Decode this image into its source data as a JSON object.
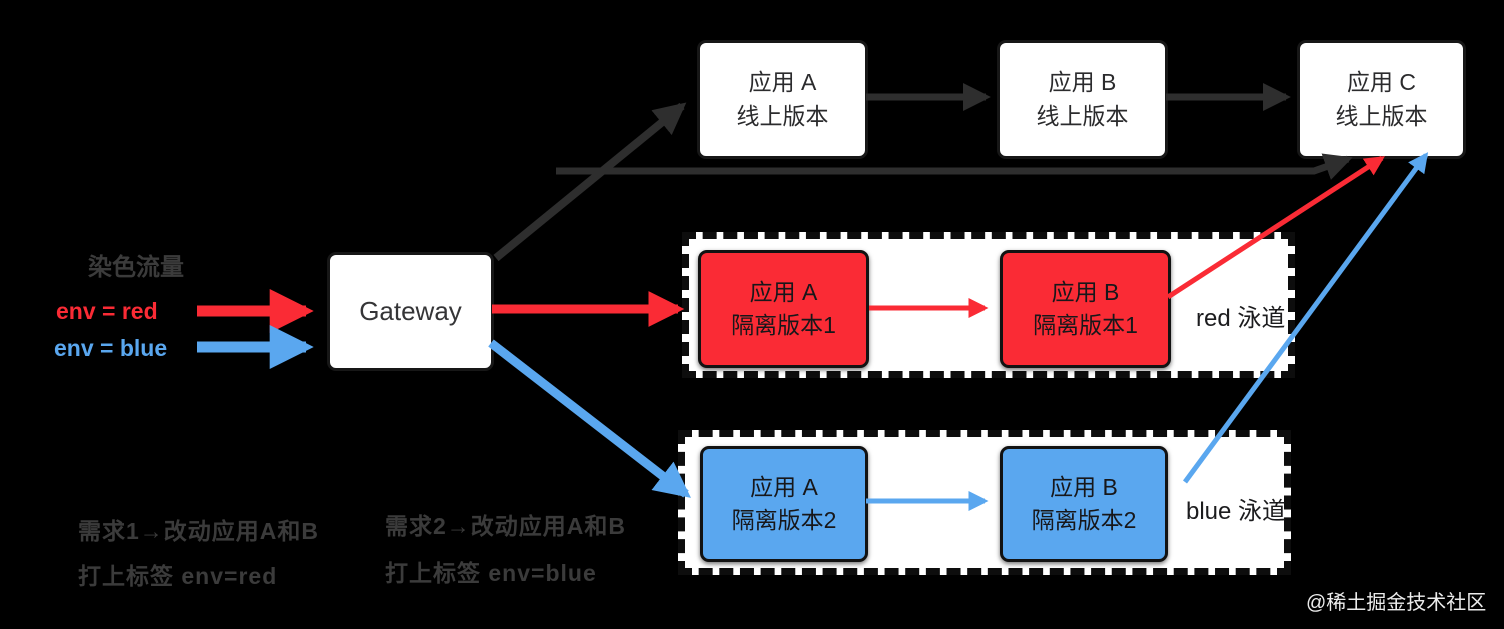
{
  "colors": {
    "background": "#000000",
    "red": "#fa2b35",
    "blue": "#5aa7ef",
    "dark_arrow": "#2e2e2e",
    "muted_text": "#3b3b3b",
    "box_text": "#17171a",
    "lane_bg": "#ffffff"
  },
  "gateway": {
    "label": "Gateway"
  },
  "online": {
    "app_a": {
      "line1": "应用 A",
      "line2": "线上版本"
    },
    "app_b": {
      "line1": "应用 B",
      "line2": "线上版本"
    },
    "app_c": {
      "line1": "应用 C",
      "line2": "线上版本"
    }
  },
  "red_lane": {
    "label": "red 泳道",
    "app_a": {
      "line1": "应用 A",
      "line2": "隔离版本1"
    },
    "app_b": {
      "line1": "应用 B",
      "line2": "隔离版本1"
    }
  },
  "blue_lane": {
    "label": "blue 泳道",
    "app_a": {
      "line1": "应用 A",
      "line2": "隔离版本2"
    },
    "app_b": {
      "line1": "应用 B",
      "line2": "隔离版本2"
    }
  },
  "tags": {
    "heading": "染色流量",
    "red_tag": "env = red",
    "blue_tag": "env = blue"
  },
  "notes": {
    "col1_line1": "需求1→改动应用A和B",
    "col1_line2": "打上标签 env=red",
    "col2_line1": "需求2→改动应用A和B",
    "col2_line2": "打上标签 env=blue"
  },
  "watermark": "@稀土掘金技术社区"
}
